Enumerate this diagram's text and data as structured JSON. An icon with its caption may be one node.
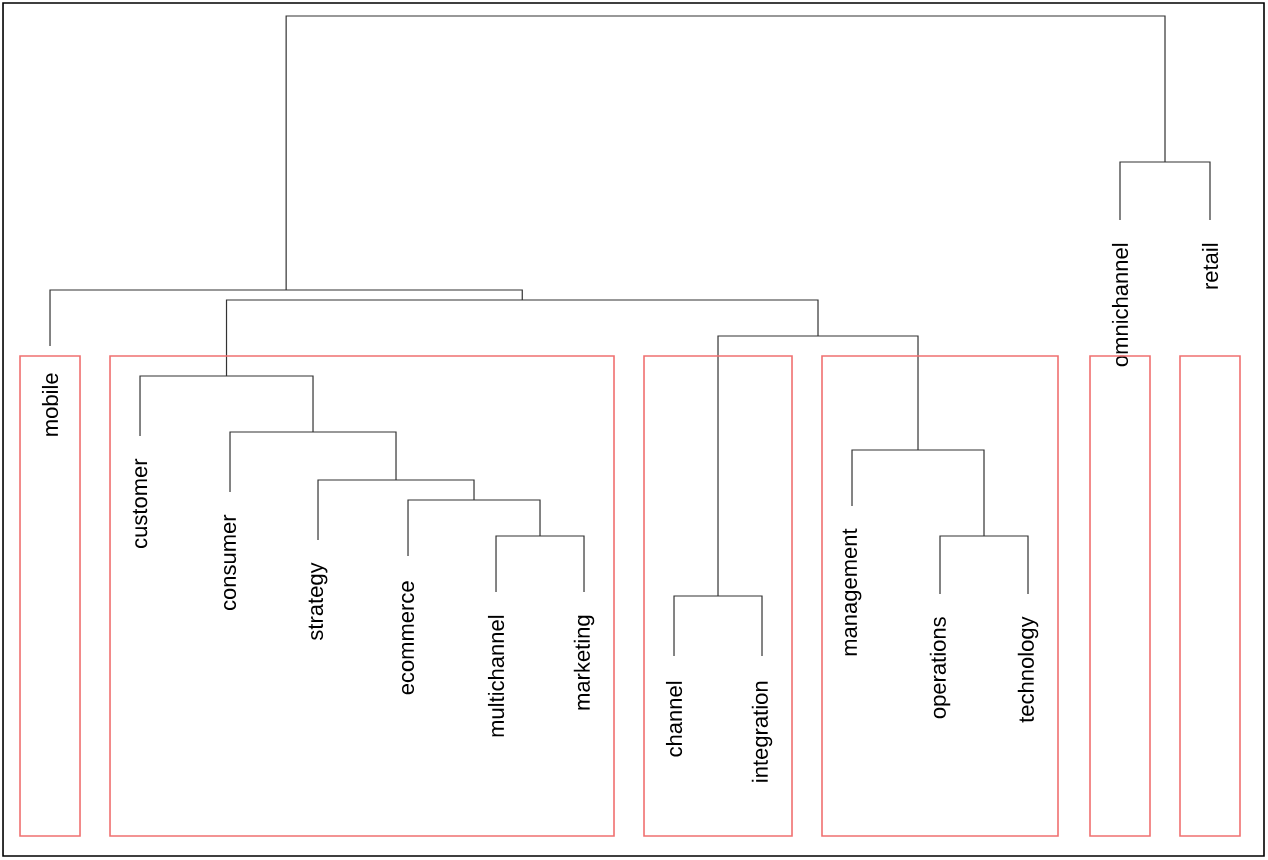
{
  "diagram": {
    "nodes": [
      {
        "text": [],
        "shape": "box"
      },
      {
        "text": [
          "mobile"
        ],
        "in": 0
      },
      {
        "text": [],
        "shape": "box"
      },
      {
        "text": [
          "customer"
        ],
        "in": 2
      },
      {
        "text": [
          "consumer"
        ],
        "in": 2
      },
      {
        "text": [
          "strategy"
        ],
        "in": 2
      },
      {
        "text": [
          "ecommerce"
        ],
        "in": 2
      },
      {
        "text": [
          "multichannel"
        ],
        "in": 2
      },
      {
        "text": [
          "marketing"
        ],
        "in": 2
      },
      {
        "text": [],
        "shape": "box"
      },
      {
        "text": [
          "channel"
        ],
        "in": 9
      },
      {
        "text": [
          "integration"
        ],
        "in": 9
      },
      {
        "text": [],
        "shape": "box"
      },
      {
        "text": [
          "management"
        ],
        "in": 12
      },
      {
        "text": [
          "operations"
        ],
        "in": 12
      },
      {
        "text": [
          "technology"
        ],
        "in": 12
      },
      {
        "text": [
          "omnichannel"
        ]
      },
      {
        "text": [],
        "shape": "box"
      },
      {
        "text": [
          "retail"
        ]
      },
      {
        "text": [],
        "shape": "box"
      }
    ]
  }
}
